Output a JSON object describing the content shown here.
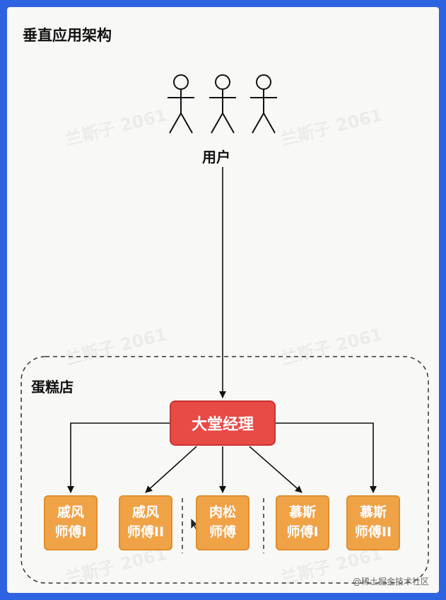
{
  "title": "垂直应用架构",
  "users": {
    "label": "用户",
    "count": 3
  },
  "store": {
    "label": "蛋糕店",
    "manager": "大堂经理",
    "chefs": [
      "戚风\n师傅I",
      "戚风\n师傅II",
      "肉松\n师傅",
      "慕斯\n师傅I",
      "慕斯\n师傅II"
    ]
  },
  "watermark": "兰斯子 2061",
  "credit": "@稀土掘金技术社区",
  "colors": {
    "manager_fill": "#e84a45",
    "chef_fill": "#f0a247",
    "background": "#f8f8f6",
    "frame": "#2d63e0"
  }
}
